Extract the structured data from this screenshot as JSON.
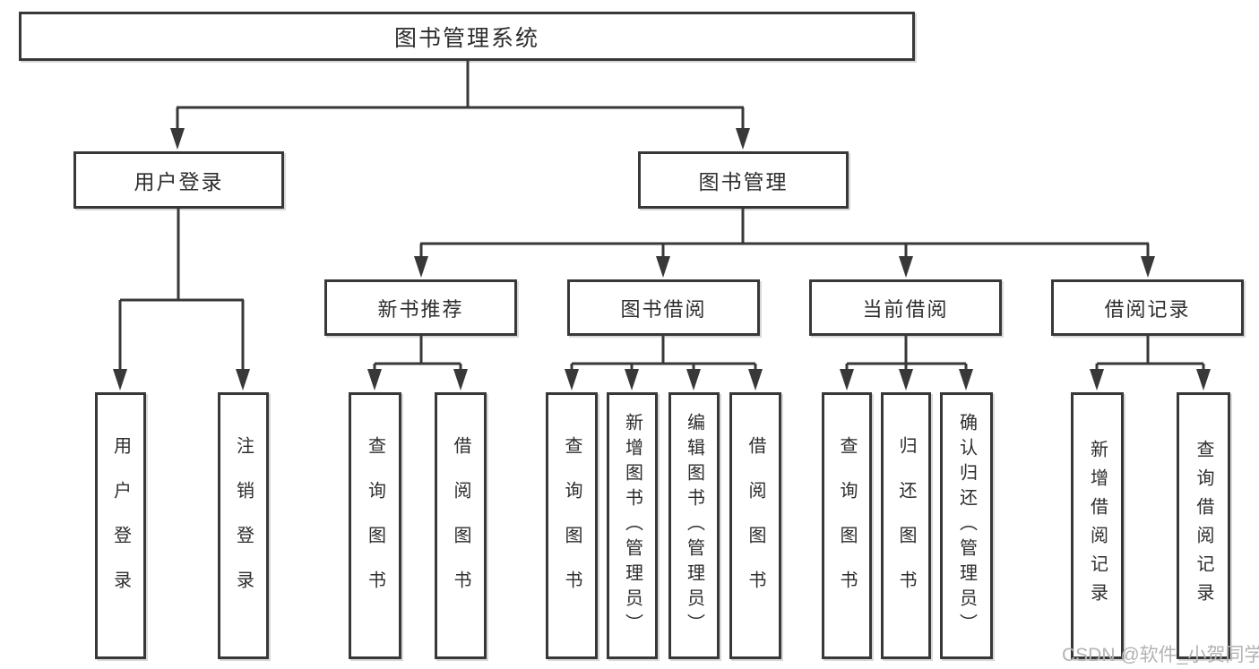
{
  "diagram": {
    "title": "图书管理系统",
    "root": "图书管理系统",
    "level2": [
      "用户登录",
      "图书管理"
    ],
    "level3": [
      "新书推荐",
      "图书借阅",
      "当前借阅",
      "借阅记录"
    ],
    "leaves": [
      "用户登录",
      "注销登录",
      "查询图书",
      "借阅图书",
      "查询图书",
      "新增图书（管理员）",
      "编辑图书（管理员）",
      "借阅图书",
      "查询图书",
      "归还图书",
      "确认归还（管理员）",
      "新增借阅记录",
      "查询借阅记录"
    ]
  },
  "watermark": {
    "text": "CSDN @软件_小贺同学"
  },
  "colors": {
    "line": "#383838",
    "text": "#2d2d2d",
    "watermark": "#b3b3b3",
    "background": "#ffffff"
  }
}
